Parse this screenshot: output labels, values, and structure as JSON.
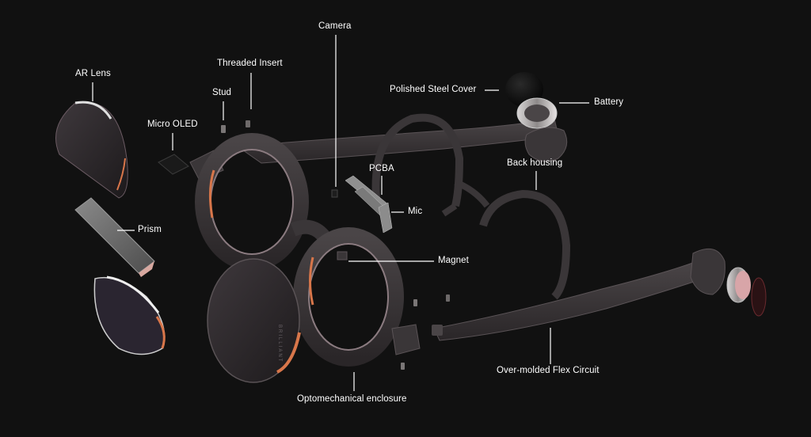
{
  "diagram": {
    "background": "#111111",
    "frame_color": "#3a3638",
    "frame_edge": "#5a5356",
    "accent_copper": "#d8764a",
    "leader_color": "#ffffff",
    "labels": {
      "camera": "Camera",
      "threaded_insert": "Threaded Insert",
      "ar_lens": "AR Lens",
      "stud": "Stud",
      "micro_oled": "Micro OLED",
      "polished_steel_cover": "Polished Steel Cover",
      "battery": "Battery",
      "pcba": "PCBA",
      "back_housing": "Back housing",
      "mic": "Mic",
      "prism": "Prism",
      "magnet": "Magnet",
      "over_molded_flex_circuit": "Over-molded Flex Circuit",
      "optomechanical_enclosure": "Optomechanical enclosure"
    },
    "lens_engraving": "BRILLIANT"
  }
}
